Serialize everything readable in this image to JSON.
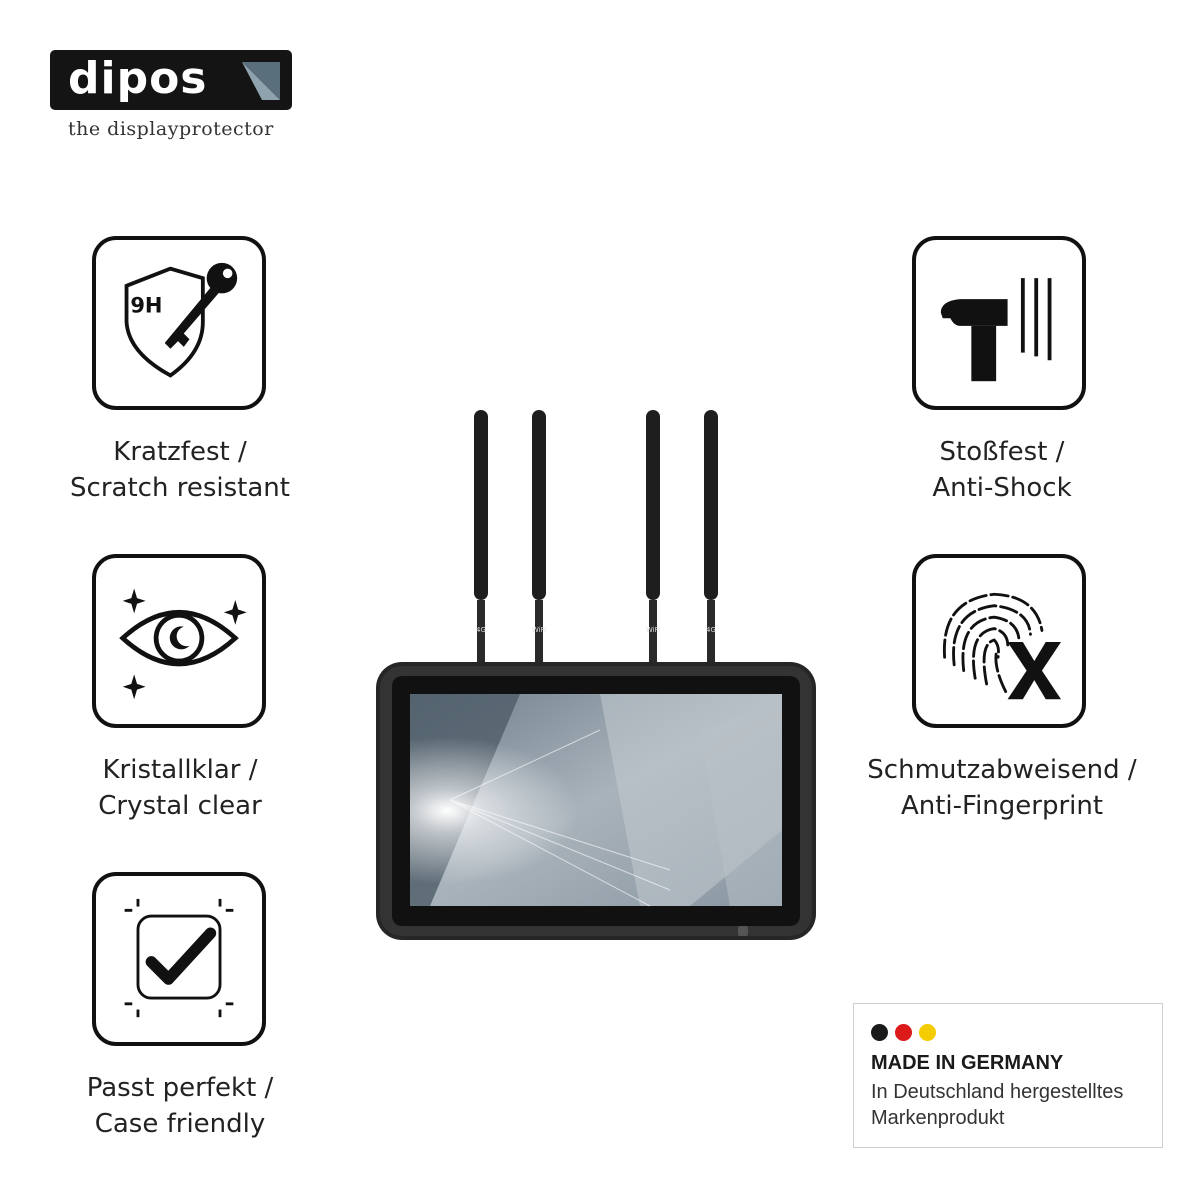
{
  "logo": {
    "name": "dipos",
    "tagline": "the displayprotector"
  },
  "features": {
    "scratch": {
      "icon": "shield-key-9h-icon",
      "badge": "9H",
      "line1": "Kratzfest /",
      "line2": "Scratch resistant"
    },
    "crystal": {
      "icon": "eye-sparkle-icon",
      "line1": "Kristallklar /",
      "line2": "Crystal clear"
    },
    "case": {
      "icon": "checkmark-frame-icon",
      "line1": "Passt perfekt /",
      "line2": "Case friendly"
    },
    "shock": {
      "icon": "hammer-icon",
      "line1": "Stoßfest /",
      "line2": "Anti-Shock"
    },
    "fingerprint": {
      "icon": "fingerprint-x-icon",
      "line1": "Schmutzabweisend /",
      "line2": "Anti-Fingerprint"
    }
  },
  "device": {
    "antennas": [
      "4G",
      "WiFi",
      "WiFi",
      "4G"
    ]
  },
  "made_in_germany": {
    "title": "MADE IN GERMANY",
    "line1": "In Deutschland hergestelltes",
    "line2": "Markenprodukt",
    "flag_colors": [
      "#1a1a1a",
      "#dd1a1a",
      "#f5cc00"
    ]
  },
  "colors": {
    "icon_stroke": "#111111",
    "device_body": "#2b2b2b"
  }
}
